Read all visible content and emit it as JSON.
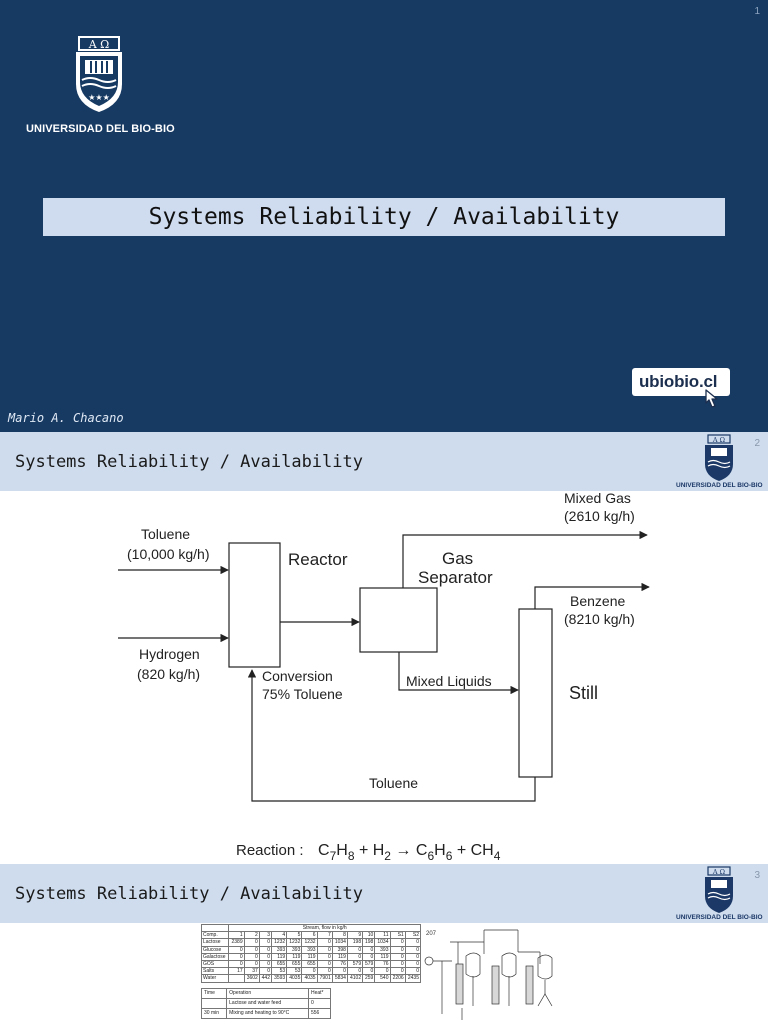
{
  "slide1": {
    "number": "1",
    "university": "UNIVERSIDAD DEL BIO-BIO",
    "crest_text": "A Ω",
    "title": "Systems Reliability / Availability",
    "brand": "ubiobio.cl",
    "author": "Mario A. Chacano",
    "colors": {
      "background": "#173a63",
      "title_box": "#cfdcef"
    }
  },
  "slide2": {
    "number": "2",
    "header_title": "Systems Reliability / Availability",
    "header_university": "UNIVERSIDAD DEL BIO-BIO",
    "diagram": {
      "toluene_in": "Toluene",
      "toluene_flow": "(10,000 kg/h)",
      "hydrogen_in": "Hydrogen",
      "hydrogen_flow": "(820 kg/h)",
      "reactor": "Reactor",
      "conversion": "Conversion",
      "conversion_detail": "75% Toluene",
      "separator_line1": "Gas",
      "separator_line2": "Separator",
      "mixed_gas": "Mixed Gas",
      "mixed_gas_flow": "(2610 kg/h)",
      "benzene": "Benzene",
      "benzene_flow": "(8210 kg/h)",
      "mixed_liquids": "Mixed Liquids",
      "still": "Still",
      "recycle": "Toluene",
      "reaction_label": "Reaction :"
    }
  },
  "slide3": {
    "number": "3",
    "header_title": "Systems Reliability / Availability",
    "header_university": "UNIVERSIDAD DEL BIO-BIO",
    "table_caption": "Stream, flow in kg/h",
    "columns": [
      "Comp.",
      "1",
      "2",
      "3",
      "4",
      "5",
      "6",
      "7",
      "8",
      "9",
      "10",
      "11",
      "S1",
      "S2"
    ],
    "rows": [
      [
        "Lactose",
        "2389",
        "0",
        "0",
        "1232",
        "1232",
        "1232",
        "0",
        "1034",
        "198",
        "198",
        "1034",
        "0",
        "0"
      ],
      [
        "Glucose",
        "0",
        "0",
        "0",
        "393",
        "393",
        "393",
        "0",
        "398",
        "0",
        "0",
        "393",
        "0",
        "0"
      ],
      [
        "Galactose",
        "0",
        "0",
        "0",
        "119",
        "119",
        "119",
        "0",
        "119",
        "0",
        "0",
        "119",
        "0",
        "0"
      ],
      [
        "GOS",
        "0",
        "0",
        "0",
        "655",
        "655",
        "655",
        "0",
        "76",
        "579",
        "579",
        "76",
        "0",
        "0"
      ],
      [
        "Salts",
        "17",
        "37",
        "0",
        "53",
        "53",
        "0",
        "0",
        "0",
        "0",
        "0",
        "0",
        "0",
        "0"
      ],
      [
        "Water",
        "",
        "3602",
        "442",
        "3593",
        "4035",
        "4035",
        "7901",
        "5834",
        "4102",
        "259",
        "540",
        "2206",
        "2435"
      ]
    ],
    "ops_header": [
      "Time",
      "Operation",
      "Heat*"
    ],
    "ops_rows": [
      [
        "",
        "Lactose and water feed",
        "0"
      ],
      [
        "30 min",
        "Mixing and heating to 90°C",
        "556"
      ]
    ],
    "sketch_label": "207"
  }
}
